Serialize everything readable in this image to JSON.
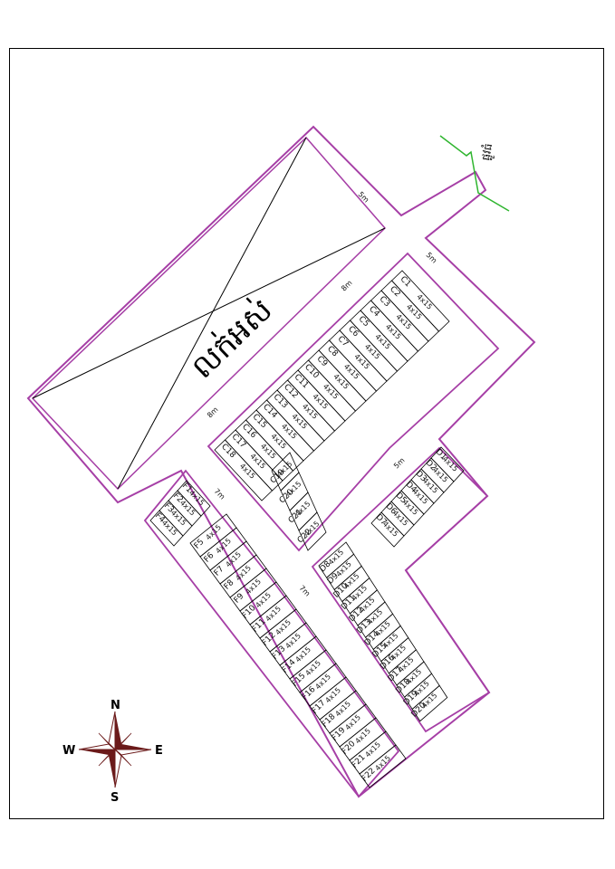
{
  "map": {
    "big_plot_label": "លក់អស់",
    "road_label_prefix": "ផ្លូវ",
    "road_widths": [
      "5m",
      "5m",
      "8m",
      "8m",
      "7m",
      "7m",
      "5m"
    ],
    "main_road_label": "ផ្លូវធំ",
    "lot_dim": "4x15"
  },
  "blocks": {
    "C_top": [
      "C1",
      "C2",
      "C3",
      "C4",
      "C5",
      "C6",
      "C7",
      "C8",
      "C9",
      "C10",
      "C11",
      "C12",
      "C13",
      "C14",
      "C15",
      "C16",
      "C17",
      "C18"
    ],
    "C_bottom": [
      "C19",
      "C20",
      "C21",
      "C22"
    ],
    "D_top": [
      "D1",
      "D2",
      "D3",
      "D4",
      "D5",
      "D6",
      "D7"
    ],
    "D_side": [
      "D8",
      "D9",
      "D10",
      "D11",
      "D12",
      "D13",
      "D14",
      "D15",
      "D16",
      "D17",
      "D18",
      "D19",
      "D20"
    ],
    "F_top": [
      "F1",
      "F2",
      "F3",
      "F4"
    ],
    "F_side": [
      "F5",
      "F6",
      "F7",
      "F8",
      "F9",
      "F10",
      "F11",
      "F12",
      "F13",
      "F14",
      "F15",
      "F16",
      "F17",
      "F18",
      "F19",
      "F20",
      "F21",
      "F22"
    ]
  },
  "compass": {
    "n": "N",
    "s": "S",
    "e": "E",
    "w": "W"
  },
  "colors": {
    "boundary": "#a63fa6",
    "road_green": "#2fb52f",
    "compass_dark": "#6b1a1a"
  }
}
